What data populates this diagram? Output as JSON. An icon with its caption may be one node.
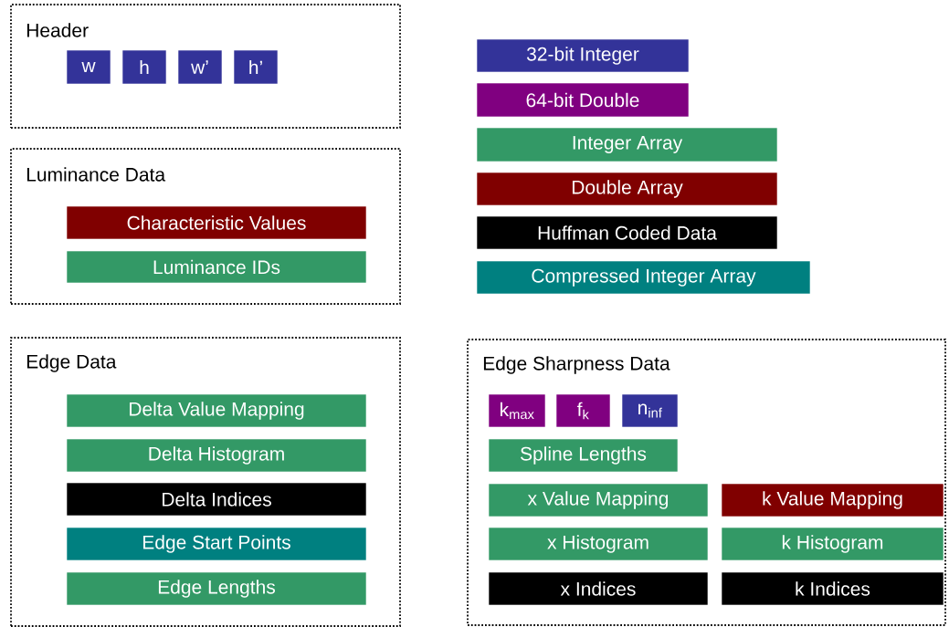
{
  "diagram": {
    "nodes": [
      {
        "text": [
          "Header"
        ]
      },
      {
        "text": [
          "w"
        ],
        "in": 0
      },
      {
        "text": [
          "h"
        ],
        "in": 0
      },
      {
        "text": [
          "w’"
        ],
        "in": 0
      },
      {
        "text": [
          "h’"
        ],
        "in": 0
      },
      {
        "text": [
          "Luminance Data"
        ]
      },
      {
        "text": [
          "Characteristic Values"
        ],
        "in": 5
      },
      {
        "text": [
          "Luminance IDs"
        ],
        "in": 5
      },
      {
        "text": [
          "Edge Data"
        ]
      },
      {
        "text": [
          "Delta Value Mapping"
        ],
        "in": 8
      },
      {
        "text": [
          "Delta Histogram"
        ],
        "in": 8
      },
      {
        "text": [
          "Delta Indices"
        ],
        "in": 8
      },
      {
        "text": [
          "Edge Start Points"
        ],
        "in": 8
      },
      {
        "text": [
          "Edge Lengths"
        ],
        "in": 8
      },
      {
        "text": [
          "Edge Sharpness Data"
        ]
      },
      {
        "text": [
          "k$_{max}$"
        ],
        "in": 14
      },
      {
        "text": [
          "f$_{k}$"
        ],
        "in": 14
      },
      {
        "text": [
          "n$_{inf}$"
        ],
        "in": 14
      },
      {
        "text": [
          "Spline Lengths"
        ],
        "in": 14
      },
      {
        "text": [
          "x Value Mapping"
        ],
        "in": 14
      },
      {
        "text": [
          "k Value Mapping"
        ],
        "in": 14
      },
      {
        "text": [
          "x Histogram"
        ],
        "in": 14
      },
      {
        "text": [
          "k Histogram"
        ],
        "in": 14
      },
      {
        "text": [
          "x Indices"
        ],
        "in": 14
      },
      {
        "text": [
          "k Indices"
        ],
        "in": 14
      }
    ],
    "legend": [
      {
        "text": "32-bit Integer",
        "color": "#333399"
      },
      {
        "text": "64-bit Double",
        "color": "#800080"
      },
      {
        "text": "Integer Array",
        "color": "#339966"
      },
      {
        "text": "Double Array",
        "color": "#800000"
      },
      {
        "text": "Huffman Coded Data",
        "color": "#000000"
      },
      {
        "text": "Compressed Integer Array",
        "color": "#008080"
      }
    ]
  }
}
